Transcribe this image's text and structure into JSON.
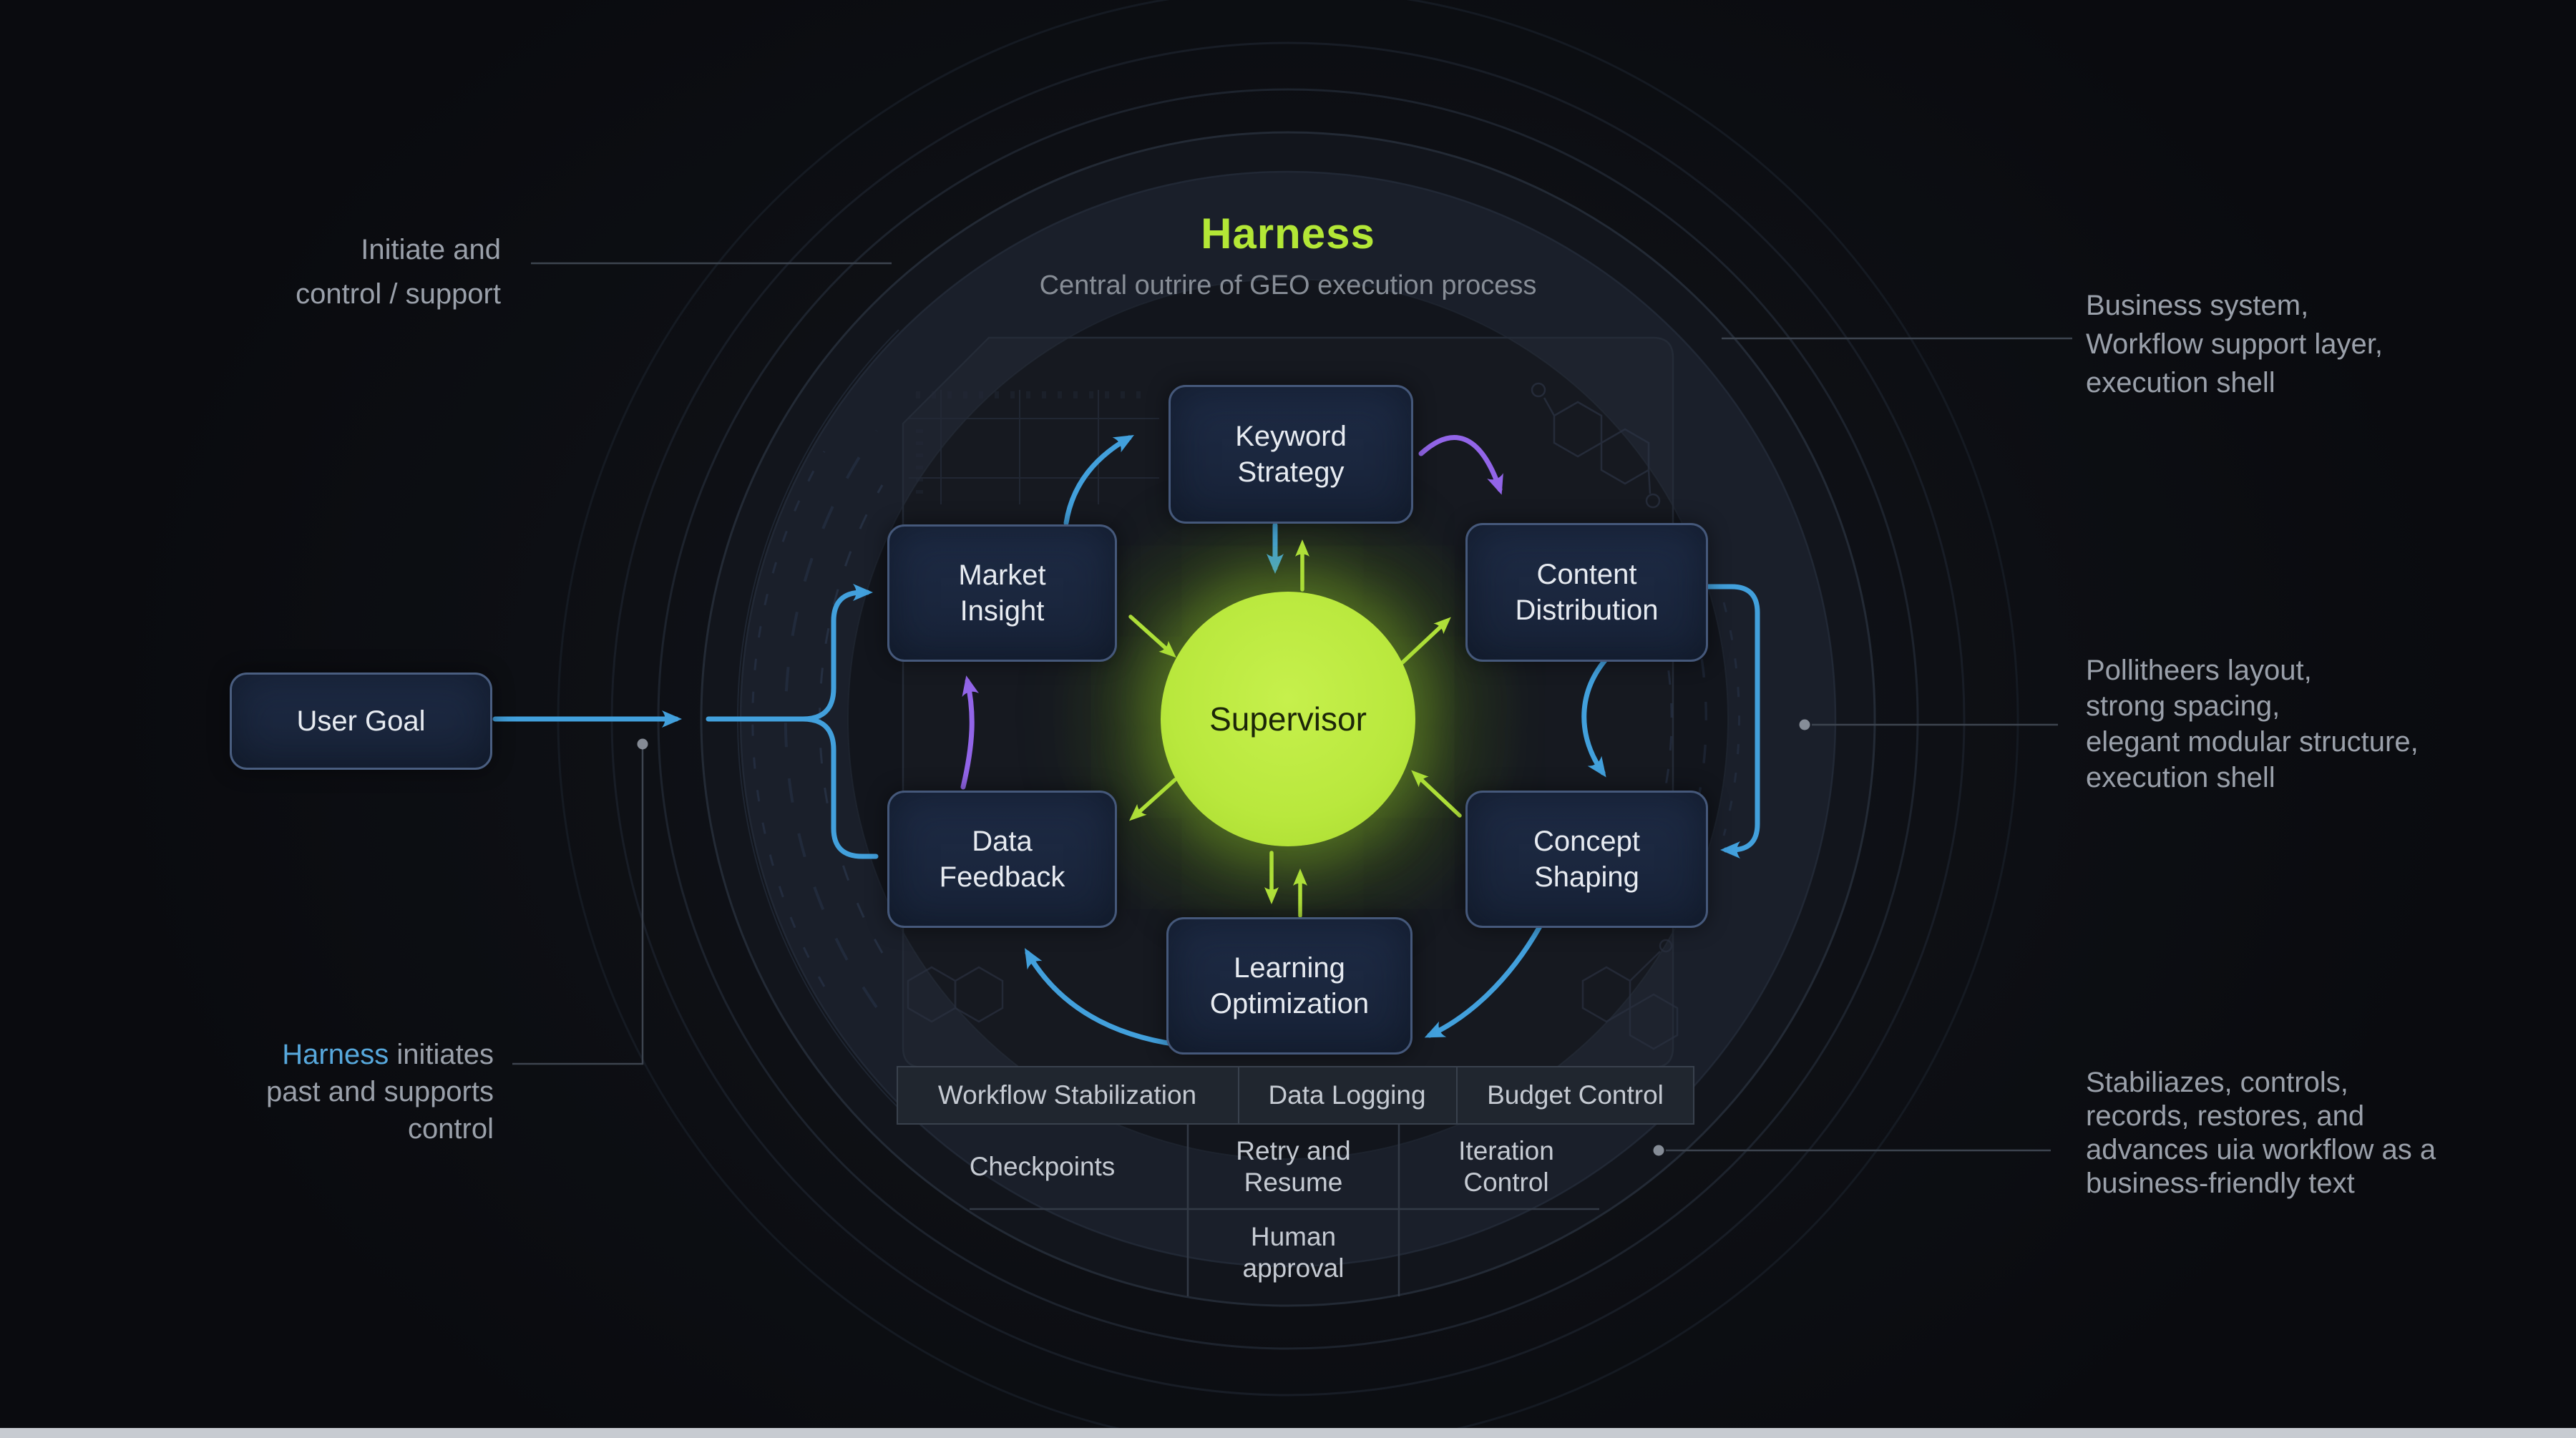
{
  "title": {
    "heading": "Harness",
    "subtitle": "Central outrire of GEO execution process"
  },
  "supervisor": {
    "label": "Supervisor"
  },
  "user_goal": {
    "label": "User Goal"
  },
  "nodes": {
    "keyword_strategy": "Keyword\nStrategy",
    "market_insight": "Market\nInsight",
    "content_distribution": "Content\nDistribution",
    "data_feedback": "Data\nFeedback",
    "concept_shaping": "Concept\nShaping",
    "learning_optimization": "Learning\nOptimization"
  },
  "annotations": {
    "top_left": "Initiate and\ncontrol / support",
    "top_right": "Business system,\nWorkflow support layer,\nexecution shell",
    "mid_right": "Pollitheers layout,\nstrong spacing,\nelegant modular structure,\nexecution shell",
    "bottom_left_highlight": "Harness",
    "bottom_left_rest": " initiates\npast and supports\ncontrol",
    "bottom_right": "Stabiliazes, controls,\nrecords, restores, and\nadvances uia workflow as a\nbusiness-friendly text"
  },
  "table": {
    "headers": [
      "Workflow Stabilization",
      "Data Logging",
      "Budget Control"
    ],
    "row2": [
      "Checkpoints",
      "Retry and\nResume",
      "Iteration\nControl"
    ],
    "row3": "Human\napproval"
  },
  "colors": {
    "accent_green": "#b7e73e",
    "arrow_blue": "#42a0dc",
    "arrow_purple": "#9265e8",
    "hub_fill": "#b9e83d",
    "node_border": "#45587a",
    "annotation_text": "#9aa0aa"
  }
}
